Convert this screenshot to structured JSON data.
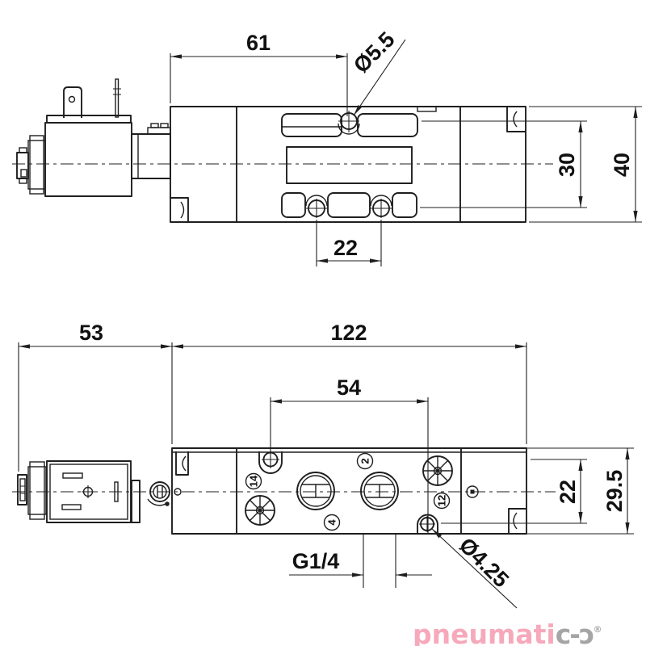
{
  "colors": {
    "line": "#1f1f1f",
    "text": "#111111",
    "logo_pink": "#f6a9bb",
    "logo_gray": "#a5a5a5",
    "background": "#ffffff"
  },
  "top_view": {
    "dim_width_to_hole": "61",
    "dim_hole_dia": "Ø5.5",
    "dim_hole_vspacing": "30",
    "dim_body_height": "40",
    "dim_hole_spacing": "22"
  },
  "bottom_view": {
    "dim_solenoid_length": "53",
    "dim_body_length": "122",
    "dim_hole_span": "54",
    "dim_port_thread": "G1/4",
    "dim_pilot_hole_dia": "Ø4.25",
    "dim_hole_voffset": "22",
    "dim_body_width": "29.5",
    "port_14": "14",
    "port_4": "4",
    "port_2": "2",
    "port_12": "12"
  },
  "logo": {
    "part_pink": "pneumati",
    "part_gray": "c-ɔ",
    "registered": "®"
  }
}
